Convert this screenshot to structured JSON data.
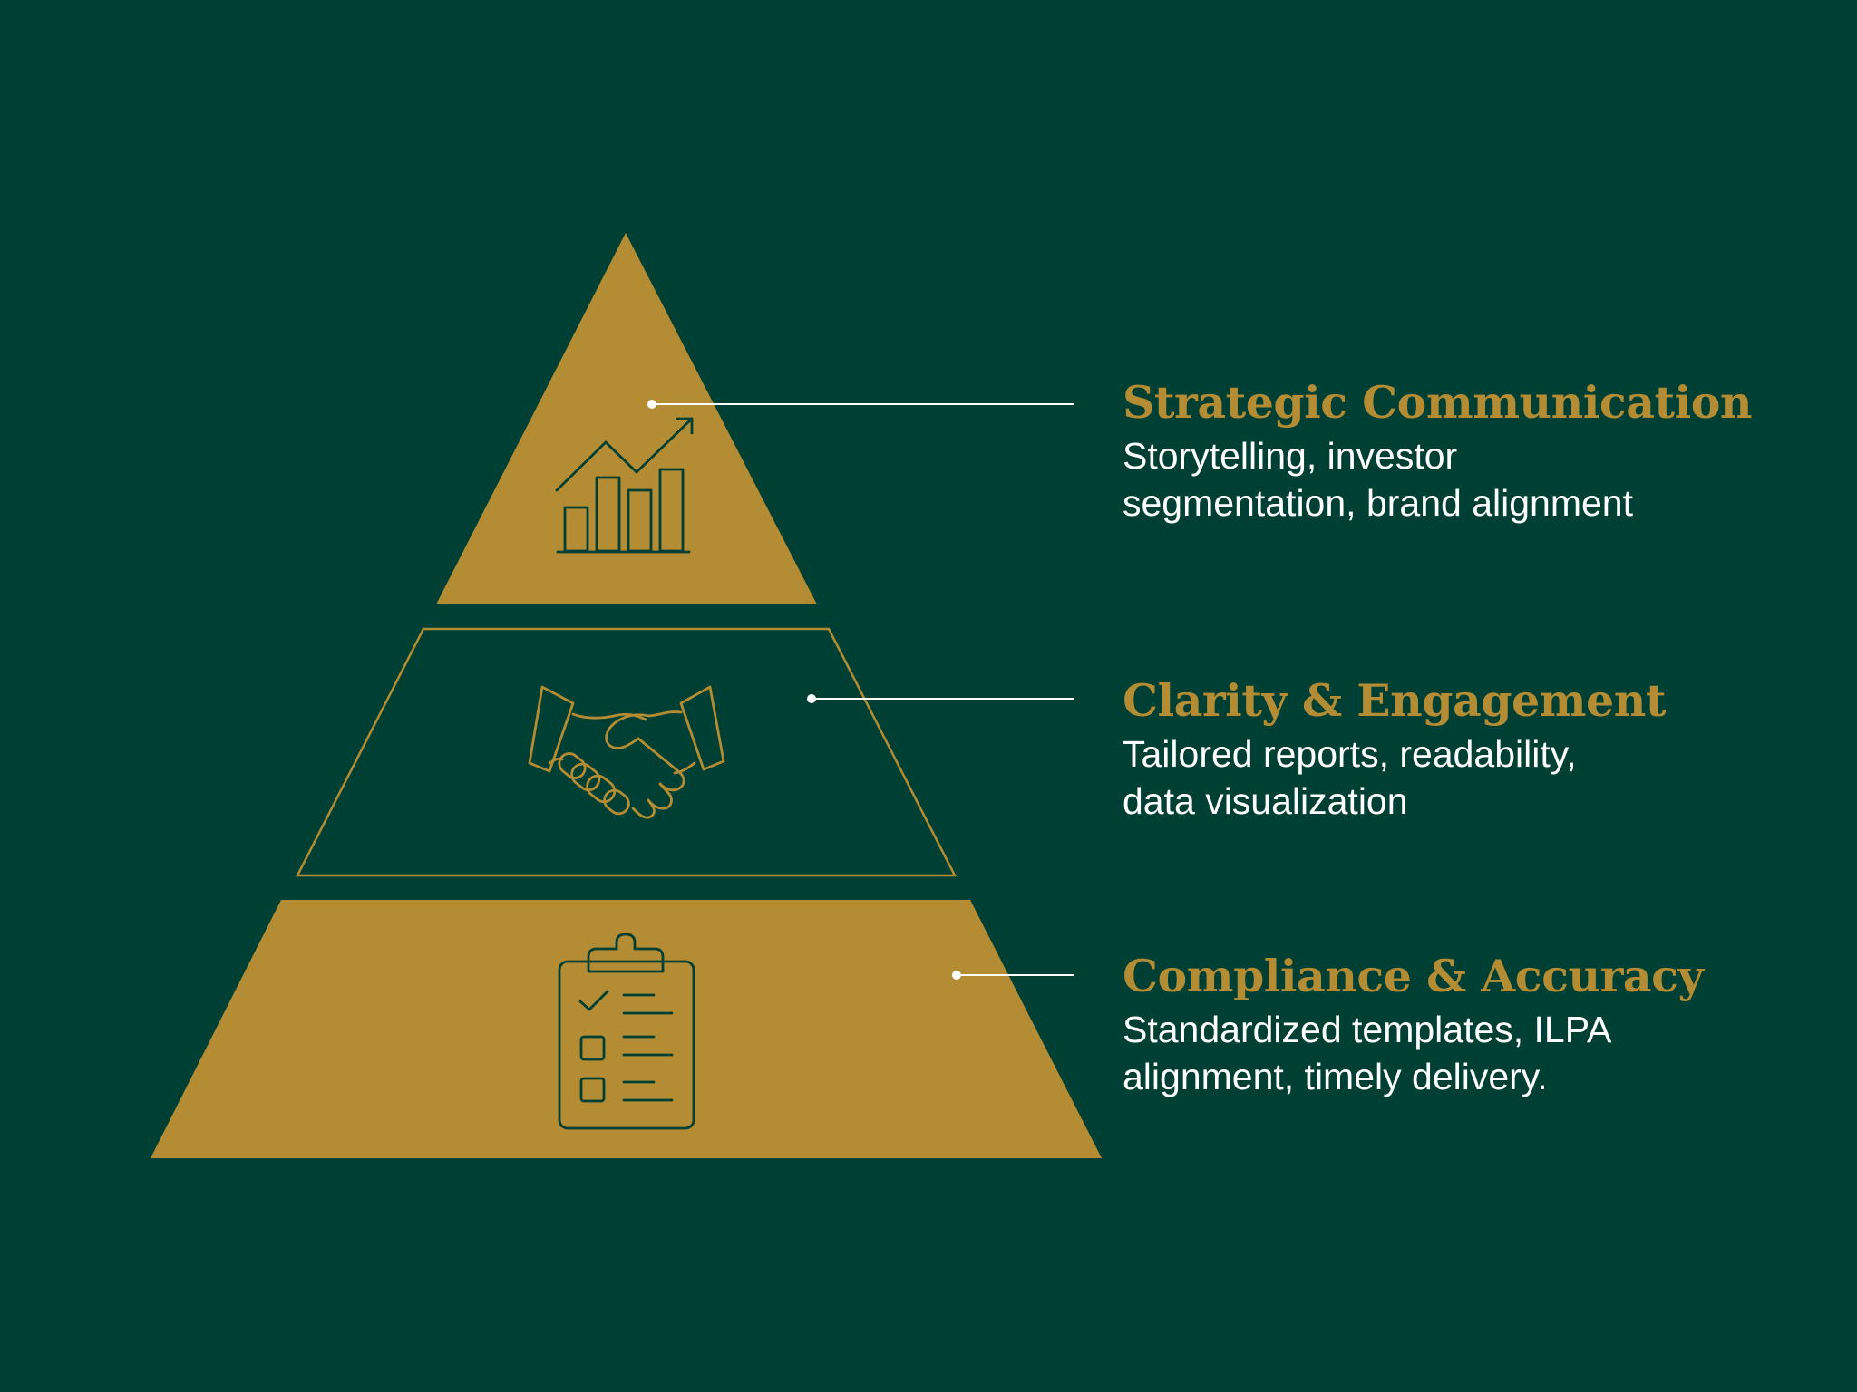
{
  "colors": {
    "background": "#003F34",
    "gold": "#B48C33",
    "white": "#FFFFFF"
  },
  "tiers": [
    {
      "title": "Strategic Communication",
      "description_lines": [
        "Storytelling, investor",
        "segmentation, brand alignment"
      ],
      "icon": "bar-chart-trend-icon",
      "style": "filled"
    },
    {
      "title": "Clarity & Engagement",
      "description_lines": [
        "Tailored reports, readability,",
        "data visualization"
      ],
      "icon": "handshake-icon",
      "style": "outline"
    },
    {
      "title": "Compliance & Accuracy",
      "description_lines": [
        "Standardized templates, ILPA",
        "alignment, timely delivery."
      ],
      "icon": "clipboard-checklist-icon",
      "style": "filled"
    }
  ]
}
